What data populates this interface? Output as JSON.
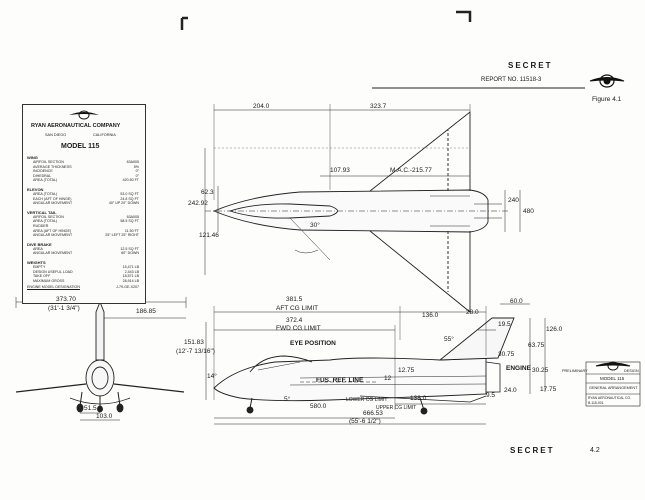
{
  "header": {
    "security_top": "SECRET",
    "report": "REPORT NO. 11518-3",
    "figure": "Figure 4.1",
    "security_bottom": "SECRET",
    "page_number": "4.2"
  },
  "spec_sheet": {
    "company": "RYAN AERONAUTICAL COMPANY",
    "location_city": "SAN DIEGO",
    "location_state": "CALIFORNIA",
    "model": "MODEL 115",
    "footer": "ENGINE MODEL DESIGNATION",
    "footer_value": "J-79-GE-X207",
    "sections": [
      {
        "title": "WING",
        "rows": [
          {
            "label": "AIRFOIL SECTION",
            "value": "63A005"
          },
          {
            "label": "AVERAGE THICKNESS",
            "value": "5%"
          },
          {
            "label": "INCIDENCE",
            "value": "0°"
          },
          {
            "label": "DIHEDRAL",
            "value": "0°"
          },
          {
            "label": "AREA (TOTAL)",
            "value": "420.50 FT"
          }
        ]
      },
      {
        "title": "ELEVON",
        "rows": [
          {
            "label": "AREA (TOTAL)",
            "value": "53.0 SQ FT"
          },
          {
            "label": "EACH (AFT OF HINGE)",
            "value": "24.8 SQ FT"
          },
          {
            "label": "ANGULAR MOVEMENT",
            "value": "40° UP 20° DOWN"
          }
        ]
      },
      {
        "title": "VERTICAL TAIL",
        "rows": [
          {
            "label": "AIRFOIL SECTION",
            "value": "63A005"
          },
          {
            "label": "AREA (TOTAL)",
            "value": "58.5 SQ FT"
          },
          {
            "label": "RUDDER",
            "value": ""
          },
          {
            "label": "AREA (AFT OF HINGE)",
            "value": "11.50 FT"
          },
          {
            "label": "ANGULAR MOVEMENT",
            "value": "25° LEFT 25° RIGHT"
          }
        ]
      },
      {
        "title": "DIVE BRAKE",
        "rows": [
          {
            "label": "AREA",
            "value": "12.5 SQ FT"
          },
          {
            "label": "ANGULAR MOVEMENT",
            "value": "60° DOWN"
          }
        ]
      },
      {
        "title": "WEIGHTS",
        "rows": [
          {
            "label": "EMPTY",
            "value": "15,471 LB"
          },
          {
            "label": "DESIGN USEFUL LOAD",
            "value": "2,443 LB"
          },
          {
            "label": "TAKE OFF",
            "value": "18,571 LB"
          },
          {
            "label": "MAXIMUM GROSS",
            "value": "28,914 LB"
          }
        ]
      }
    ]
  },
  "plan_view": {
    "dim_204": "204.0",
    "dim_3237": "323.7",
    "dim_10793": "107.93",
    "mac": "M.A.C.-215.77",
    "dim_623": "62.3",
    "dim_24292": "242.92",
    "dim_12146": "121.46",
    "angle_30": "30°",
    "dim_240": "240",
    "dim_480": "480"
  },
  "front_view": {
    "dim_37370": "373.70",
    "dim_37370_ft": "(31'-1 3/4\")",
    "dim_18685": "186.85",
    "dim_515": "51.5",
    "dim_1030": "103.0"
  },
  "side_view": {
    "aft_cg_value": "381.5",
    "aft_cg": "AFT CG LIMIT",
    "fwd_cg_value": "372.4",
    "fwd_cg": "FWD CG LIMIT",
    "eye_position": "EYE POSITION",
    "fus_ref_line": "FUS. REF. LINE",
    "lower_cg": "LOWER CG LIMIT",
    "upper_cg": "UPPER CG LIMIT",
    "engine": "ENGINE",
    "dim_15183": "151.83",
    "dim_15183_ft": "(12'-7 13/16\")",
    "dim_14": "14°",
    "dim_5": "5°",
    "dim_5800": "580.0",
    "dim_1380": "138.0",
    "dim_12": "12",
    "dim_1275": "12.75",
    "dim_66653": "666.53",
    "dim_66653_ft": "(55'-6 1/2\")",
    "dim_1360": "136.0",
    "dim_280": "28.0",
    "dim_600": "60.0",
    "dim_195": "19.5",
    "dim_1260": "126.0",
    "dim_55": "55°",
    "dim_3075": "30.75",
    "dim_6375": "63.75",
    "dim_3025": "30.25",
    "dim_1775": "17.75",
    "dim_240s": "24.0",
    "dim_95": "9.5"
  },
  "title_block": {
    "preliminary": "PRELIMINARY",
    "design": "DESIGN",
    "model": "MODEL 115",
    "title": "GENERAL ARRANGEMENT",
    "company": "RYAN AERONAUTICAL CO.",
    "number": "B-115-001"
  }
}
